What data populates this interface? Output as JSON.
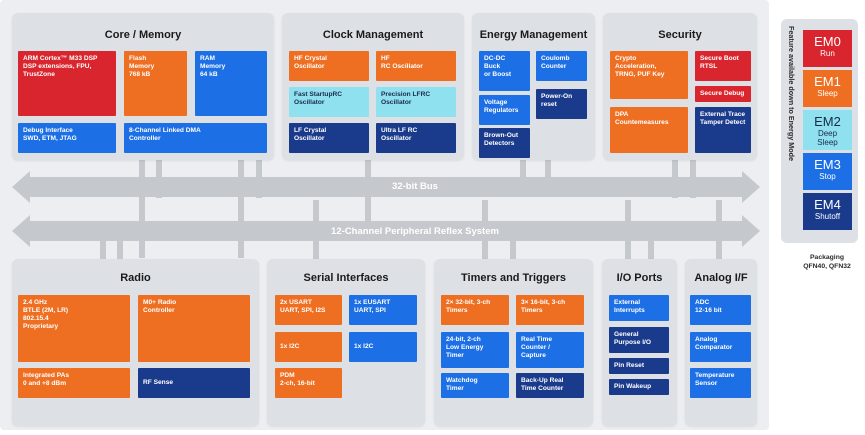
{
  "colors": {
    "red": "#d9262e",
    "orange": "#ee6f22",
    "blue": "#1d6fe5",
    "navy": "#1a3a8c",
    "cyan": "#8fe1f0",
    "em0": "#d9262e",
    "em1": "#ee6f22",
    "em2": "#8fe1f0",
    "em3": "#1d6fe5",
    "em4": "#1a3a8c",
    "bus": "#c5c8cc"
  },
  "panels": {
    "core_memory": {
      "title": "Core / Memory",
      "cpu": "ARM Cortex™ M33 DSP\nDSP extensions, FPU,\nTrustZone",
      "flash": "Flash\nMemory\n768 kB",
      "ram": "RAM\nMemory\n64 kB",
      "debug": "Debug Interface\nSWD, ETM, JTAG",
      "dma": "8-Channel Linked DMA\nController"
    },
    "clock": {
      "title": "Clock Management",
      "hf_crystal": "HF Crystal\nOscillator",
      "hf_rc": "HF\nRC Oscillator",
      "fast_startup": "Fast StartupRC\nOscillator",
      "precision_lfrc": "Precision LFRC\nOscillator",
      "lf_crystal": "LF Crystal\nOscillator",
      "ultra_lf": "Ultra LF RC\nOscillator"
    },
    "energy": {
      "title": "Energy Management",
      "dcdc": "DC-DC\nBuck\nor Boost",
      "coulomb": "Coulomb\nCounter",
      "voltage": "Voltage\nRegulators",
      "poweron": "Power-On\nreset",
      "brownout": "Brown-Out\nDetectors"
    },
    "security": {
      "title": "Security",
      "crypto": "Crypto\nAcceleration,\nTRNG, PUF Key",
      "secure_boot": "Secure Boot\nRTSL",
      "secure_debug": "Secure Debug",
      "dpa": "DPA\nCountemeasures",
      "tamper": "External Trace\nTamper Detect"
    },
    "radio": {
      "title": "Radio",
      "band": "2.4 GHz\nBTLE (2M, LR)\n802.15.4\nProprietary",
      "m0": "M0+ Radio\nController",
      "pas": "Integrated PAs\n0 and +8 dBm",
      "rfsense": "RF Sense"
    },
    "serial": {
      "title": "Serial Interfaces",
      "usart": "2x USART\nUART, SPI, I2S",
      "eusart": "1x EUSART\nUART, SPI",
      "i2c_a": "1x I2C",
      "i2c_b": "1x I2C",
      "pdm": "PDM\n2-ch, 16-bit"
    },
    "timers": {
      "title": "Timers and Triggers",
      "t32": "2× 32-bit, 3-ch\nTimers",
      "t16": "3× 16-bit, 3-ch\nTimers",
      "letimer": "24-bit, 2-ch\nLow Energy\nTimer",
      "rtc": "Real Time\nCounter /\nCapture",
      "watchdog": "Watchdog\nTimer",
      "backup_rtc": "Back-Up Real\nTime Counter"
    },
    "io": {
      "title": "I/O Ports",
      "ext_int": "External\nInterrupts",
      "gpio": "General\nPurpose I/O",
      "pin_reset": "Pin Reset",
      "pin_wakeup": "Pin Wakeup"
    },
    "analog": {
      "title": "Analog I/F",
      "adc": "ADC\n12-16 bit",
      "comparator": "Analog\nComparator",
      "temp": "Temperature\nSensor"
    }
  },
  "buses": {
    "bus32": "32-bit Bus",
    "prs": "12-Channel Peripheral Reflex System"
  },
  "energy_modes": {
    "note": "Feature available down to Energy Mode",
    "modes": [
      {
        "code": "EM0",
        "label": "Run"
      },
      {
        "code": "EM1",
        "label": "Sleep"
      },
      {
        "code": "EM2",
        "label": "Deep\nSleep"
      },
      {
        "code": "EM3",
        "label": "Stop"
      },
      {
        "code": "EM4",
        "label": "Shutoff"
      }
    ]
  },
  "packaging": "Packaging\nQFN40, QFN32"
}
